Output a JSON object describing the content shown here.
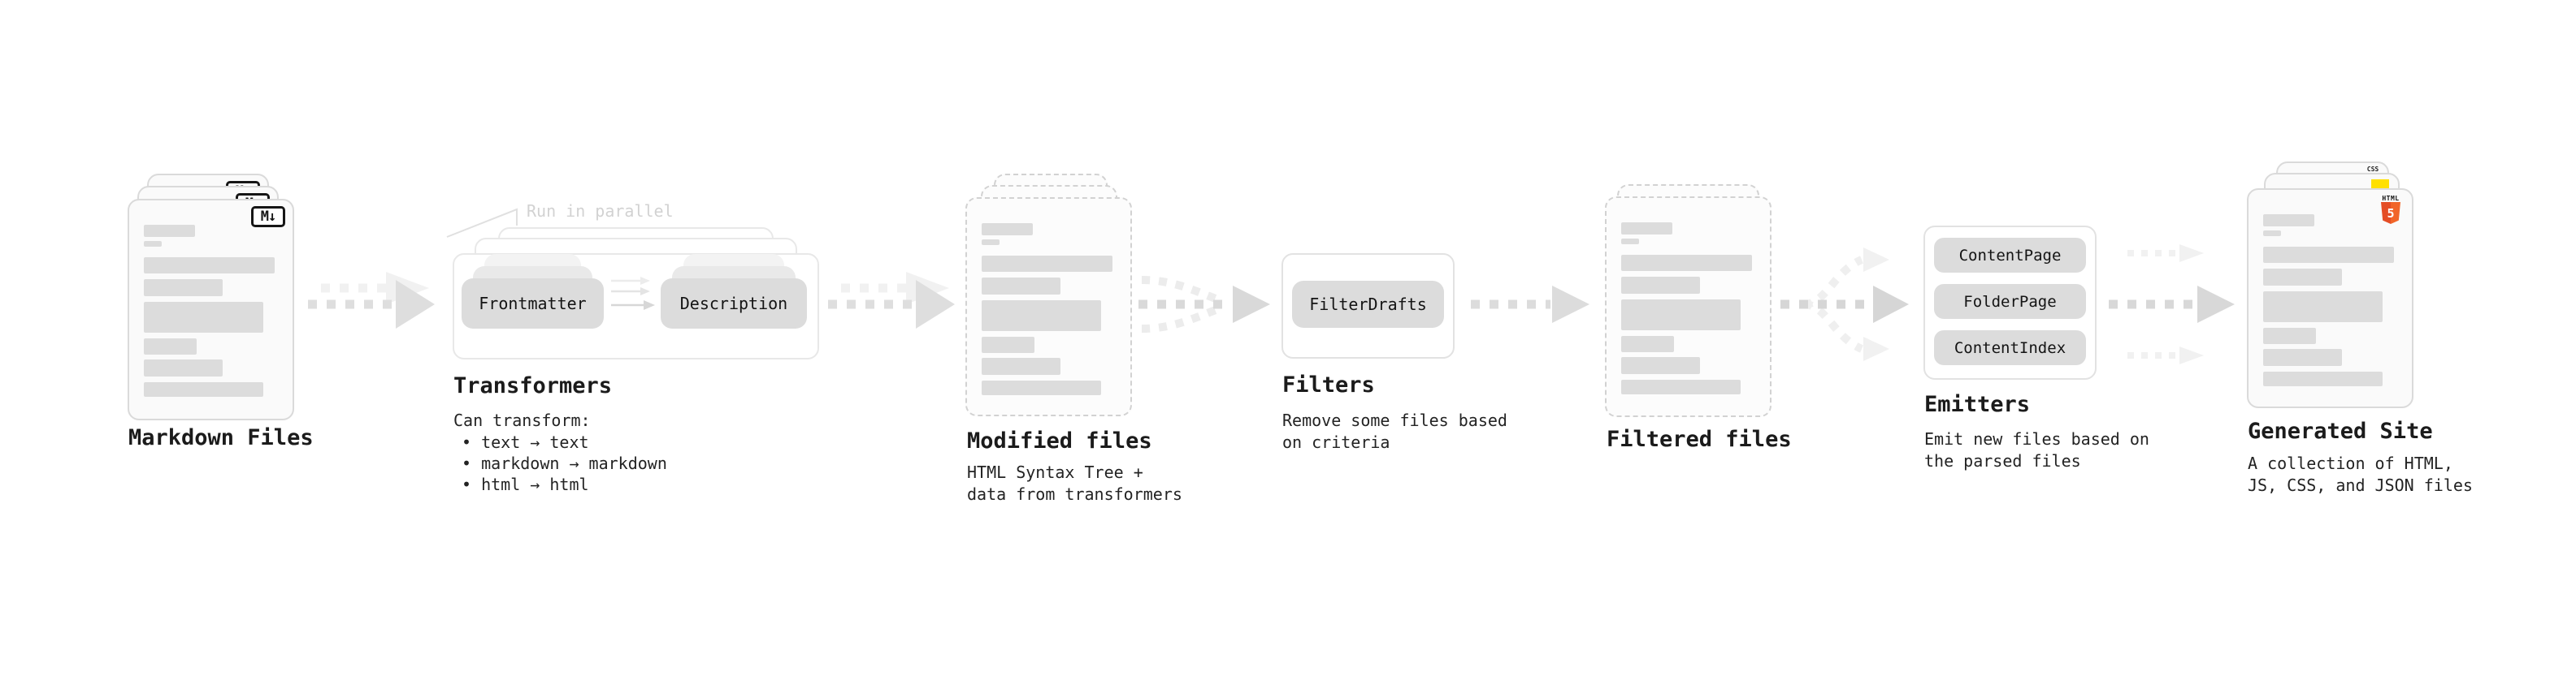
{
  "diagram": {
    "stages": [
      {
        "name": "markdown-files",
        "label": "Markdown Files",
        "badge": "M↓"
      },
      {
        "name": "transformers",
        "label": "Transformers",
        "callout": "Run in parallel",
        "buttons": [
          "Frontmatter",
          "Description"
        ],
        "description_heading": "Can transform:",
        "bullets": [
          "• text → text",
          "• markdown → markdown",
          "• html → html"
        ]
      },
      {
        "name": "modified-files",
        "label": "Modified files",
        "description_lines": [
          "HTML Syntax Tree +",
          "data from transformers"
        ]
      },
      {
        "name": "filters",
        "label": "Filters",
        "buttons": [
          "FilterDrafts"
        ],
        "description_lines": [
          "Remove some files based",
          "on criteria"
        ]
      },
      {
        "name": "filtered-files",
        "label": "Filtered files"
      },
      {
        "name": "emitters",
        "label": "Emitters",
        "buttons": [
          "ContentPage",
          "FolderPage",
          "ContentIndex"
        ],
        "description_lines": [
          "Emit new files based on",
          "the parsed files"
        ]
      },
      {
        "name": "generated-site",
        "label": "Generated Site",
        "description_lines": [
          "A collection of HTML,",
          "JS, CSS, and JSON files"
        ],
        "file_icons": {
          "css_label": "CSS",
          "html_label": "HTML",
          "html_digit": "5"
        }
      }
    ],
    "colors": {
      "background": "#ffffff",
      "card_fill": "#fafafa",
      "card_border": "#dadada",
      "placeholder_bar": "#dcdcdc",
      "node_button_fill": "#dcdcdc",
      "container_border": "#e8e8e8",
      "arrow_main": "#dbdbdb",
      "arrow_ghost": "#f1f1f1",
      "label_text": "#1b1b1b",
      "callout_text": "#d2d2d2",
      "html5_orange": "#e44d26",
      "js_yellow": "#ffe000",
      "css_blue": "#2b63e8"
    }
  }
}
